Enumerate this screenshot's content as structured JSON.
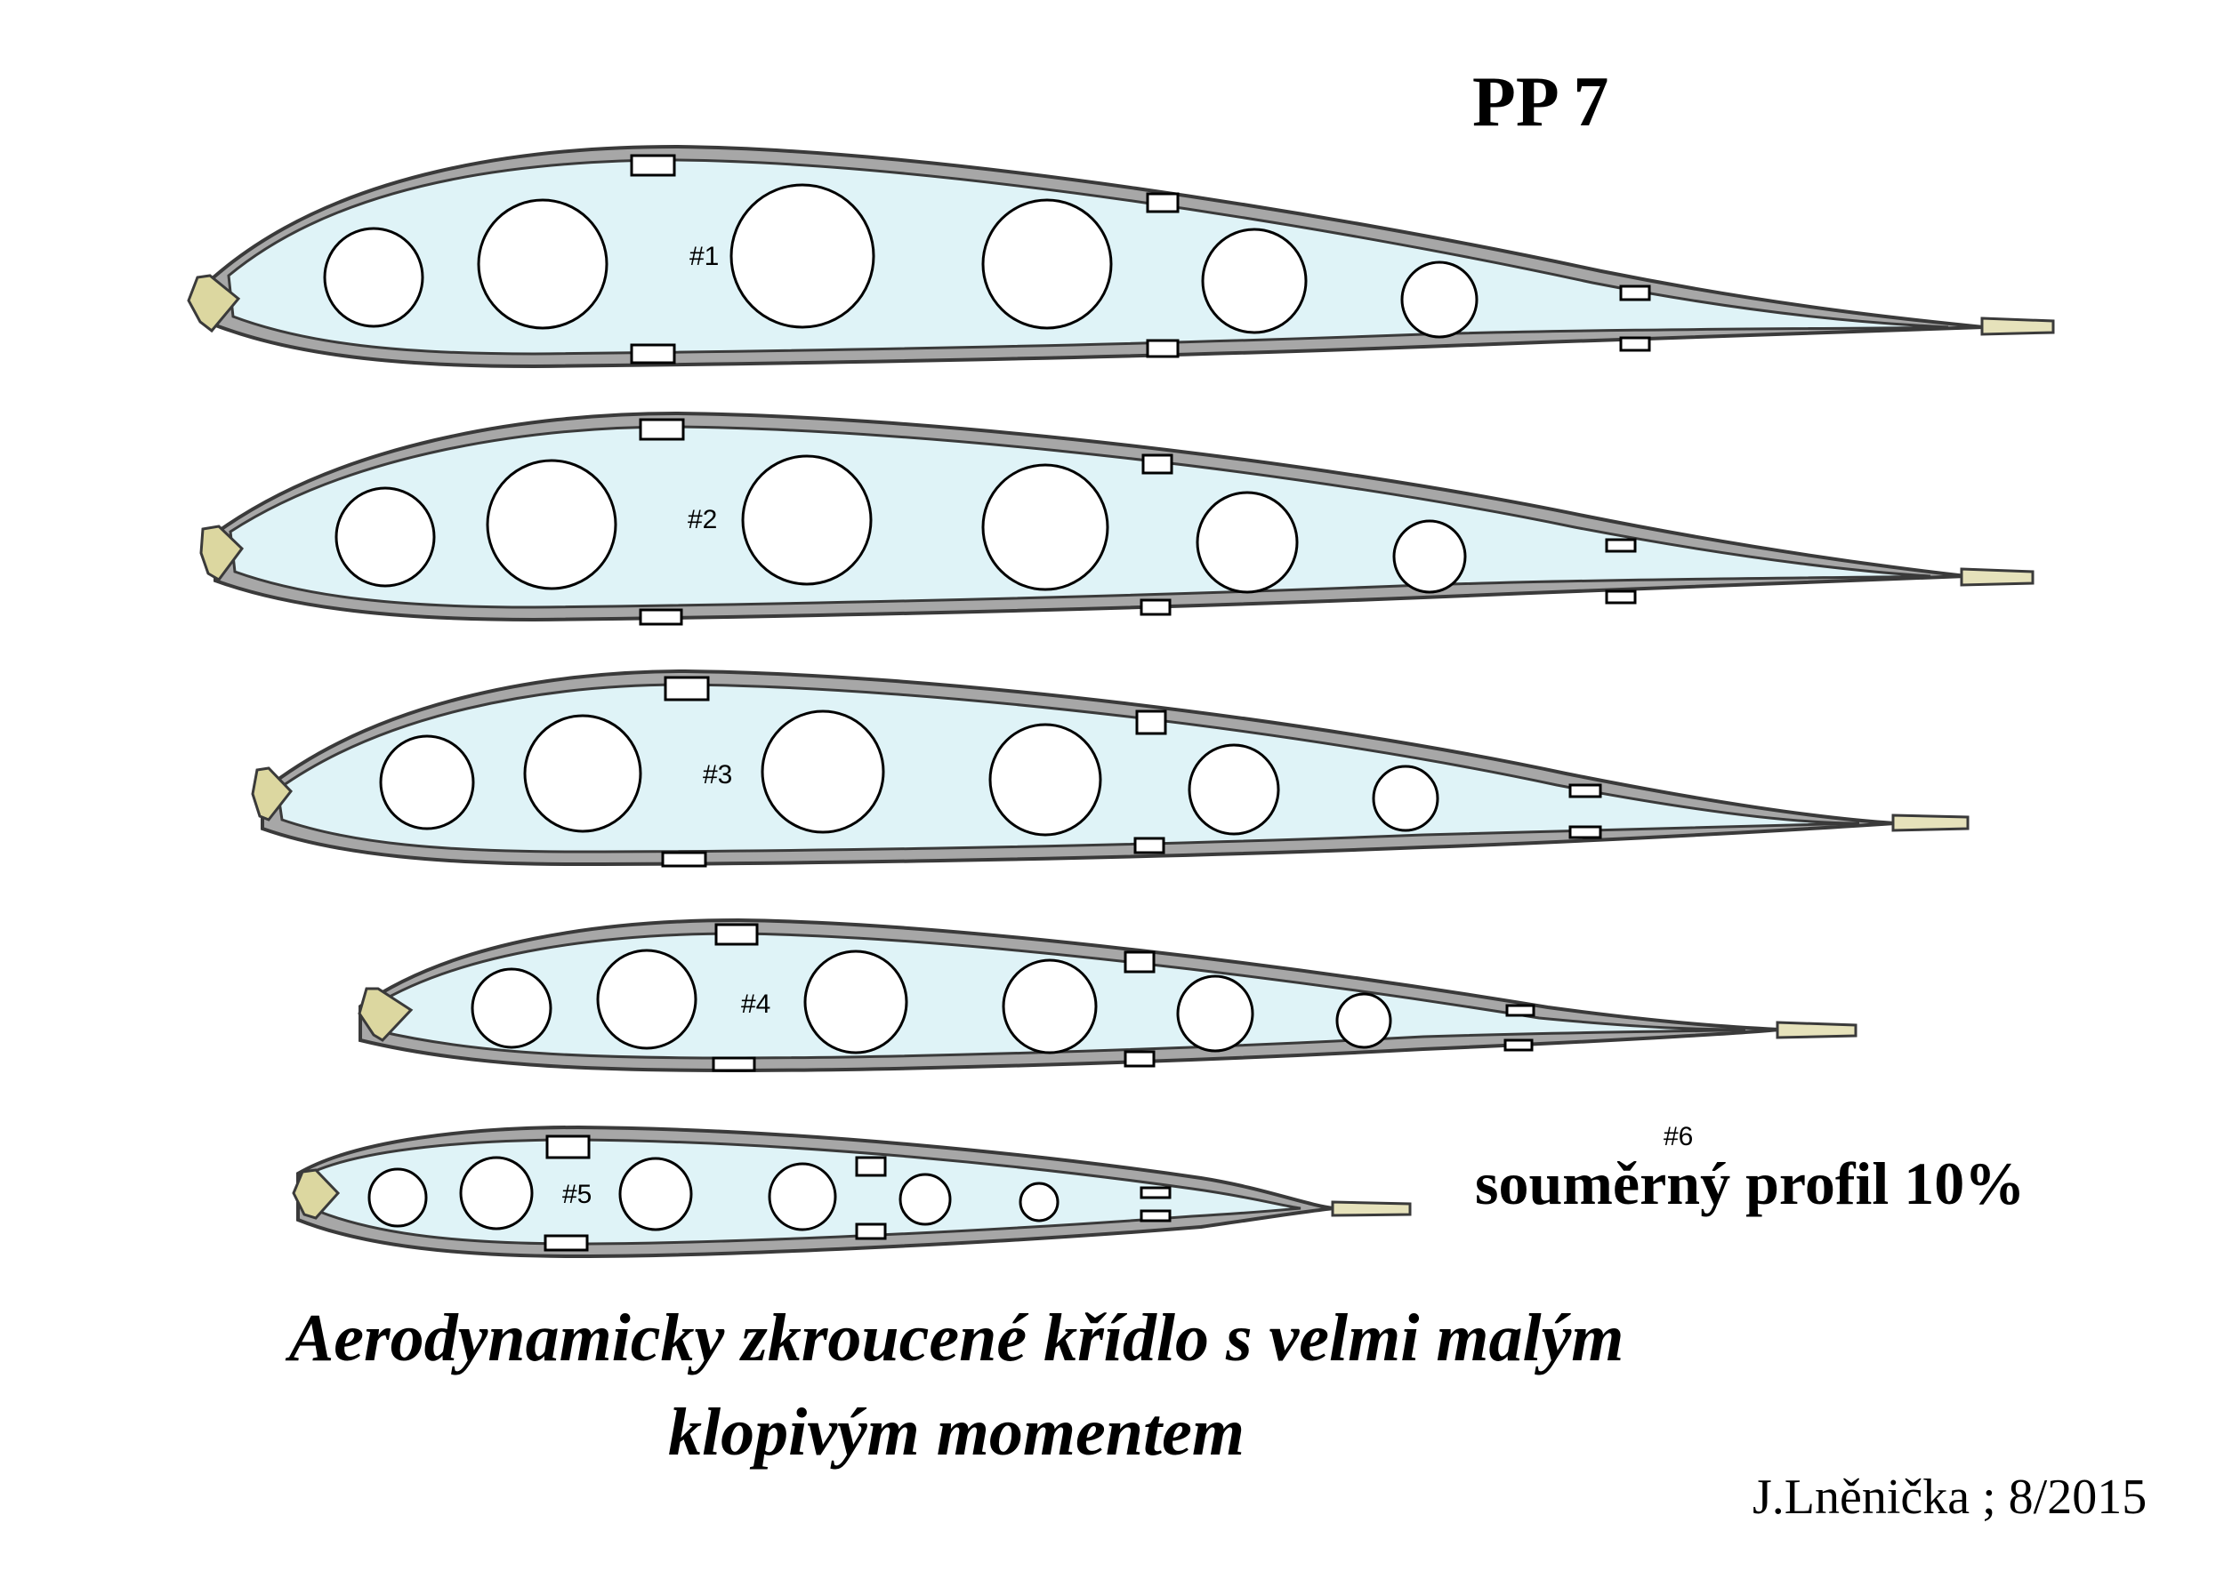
{
  "title": "PP 7",
  "ribs": [
    {
      "label": "#1"
    },
    {
      "label": "#2"
    },
    {
      "label": "#3"
    },
    {
      "label": "#4"
    },
    {
      "label": "#5"
    }
  ],
  "profile6": {
    "number": "#6",
    "text": "souměrný profil 10%"
  },
  "caption": {
    "line1": "Aerodynamicky zkroucené křídlo s velmi malým",
    "line2": "klopivým momentem"
  },
  "author": "J.Lněnička ; 8/2015",
  "colors": {
    "fill": "#dff3f7",
    "skin": "#a7a7a7",
    "outline": "#3a3a3a",
    "leading_edge": "#dcd7a0",
    "trailing_edge": "#e6e2bb"
  }
}
